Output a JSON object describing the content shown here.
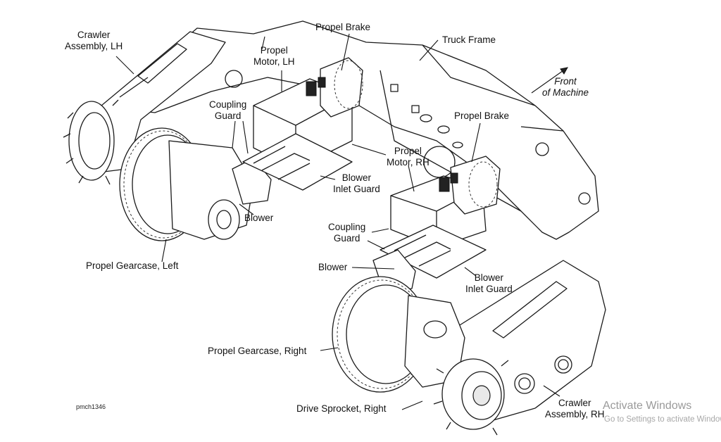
{
  "labels": {
    "crawler_lh": "Crawler\nAssembly, LH",
    "propel_motor_lh": "Propel\nMotor, LH",
    "propel_brake_top": "Propel Brake",
    "truck_frame": "Truck Frame",
    "front_of_machine": "Front\nof Machine",
    "coupling_guard_left": "Coupling\nGuard",
    "propel_brake_right": "Propel Brake",
    "propel_motor_rh": "Propel\nMotor, RH",
    "blower_inlet_guard_left": "Blower\nInlet Guard",
    "blower_left": "Blower",
    "propel_gearcase_left": "Propel Gearcase, Left",
    "coupling_guard_right": "Coupling\nGuard",
    "blower_right": "Blower",
    "blower_inlet_guard_right": "Blower\nInlet Guard",
    "propel_gearcase_right": "Propel Gearcase, Right",
    "drive_sprocket_right": "Drive Sprocket, Right",
    "crawler_rh": "Crawler\nAssembly, RH",
    "figure_id": "pmch1346"
  },
  "watermark": {
    "line1": "Activate Windows",
    "line2": "Go to Settings to activate Windows."
  },
  "colors": {
    "line": "#1a1a1a",
    "watermark": "#9a9a9a"
  }
}
